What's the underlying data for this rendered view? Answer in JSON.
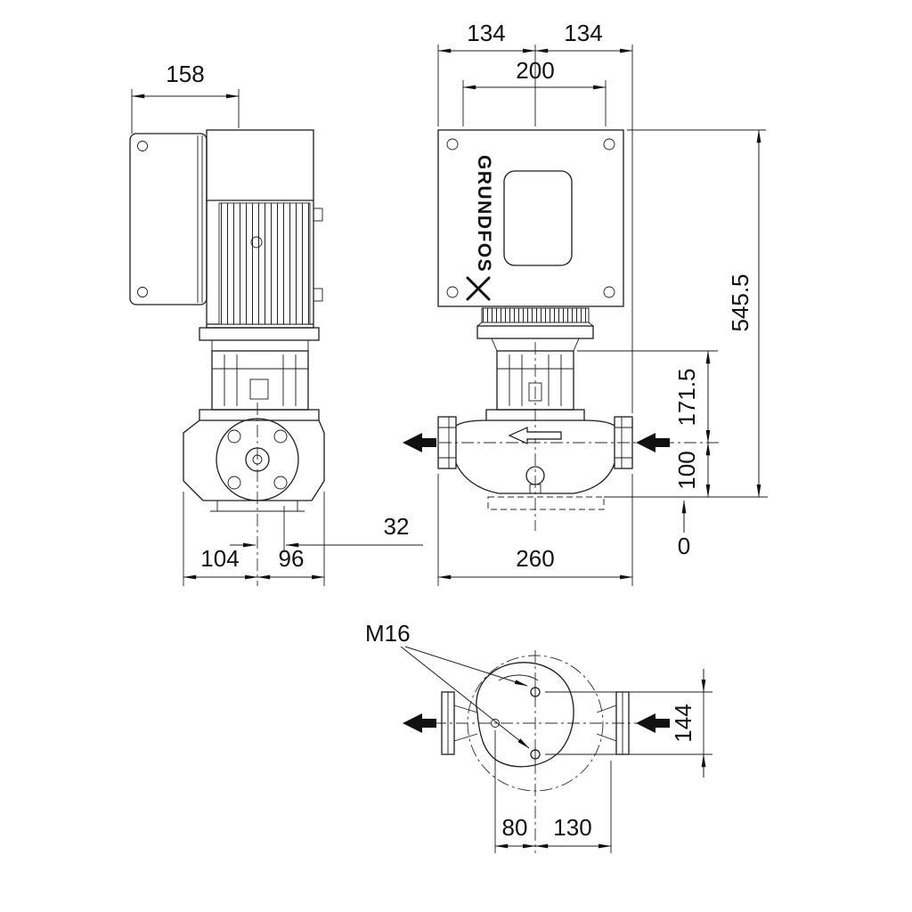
{
  "drawing": {
    "brand": "GRUNDFOS",
    "side_view": {
      "dim_width_top": "158",
      "dim_offset": "32",
      "dim_bottom_left": "104",
      "dim_bottom_right": "96"
    },
    "front_view": {
      "dim_top_left_half": "134",
      "dim_top_right_half": "134",
      "dim_motor_width": "200",
      "dim_total_height": "545.5",
      "dim_pump_height": "171.5",
      "dim_port_height": "100",
      "dim_base_level": "0",
      "dim_base_width": "260"
    },
    "plan_view": {
      "thread_label": "M16",
      "dim_hole_spacing": "144",
      "dim_left": "80",
      "dim_right": "130"
    }
  }
}
